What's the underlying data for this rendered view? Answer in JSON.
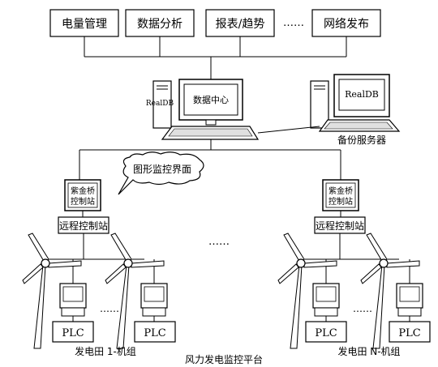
{
  "top_modules": [
    "电量管理",
    "数据分析",
    "报表/趋势",
    "网络发布"
  ],
  "top_ellipsis": "……",
  "data_center": {
    "side_label": "RealDB",
    "screen_label": "数据中心"
  },
  "backup_server": {
    "screen_label": "RealDB",
    "caption": "备份服务器"
  },
  "callout": "图形监控界面",
  "middle_ellipsis": "……",
  "field_groups": [
    {
      "monitor_label_line1": "紫金桥",
      "monitor_label_line2": "控制站",
      "remote_station": "远程控制站",
      "plc_labels": [
        "PLC",
        "PLC"
      ],
      "ellipsis": "……",
      "caption": "发电田 1-机组"
    },
    {
      "monitor_label_line1": "紫金桥",
      "monitor_label_line2": "控制站",
      "remote_station": "远程控制站",
      "plc_labels": [
        "PLC",
        "PLC"
      ],
      "ellipsis": "……",
      "caption": "发电田 N-机组"
    }
  ],
  "figure_caption": "风力发电监控平台"
}
